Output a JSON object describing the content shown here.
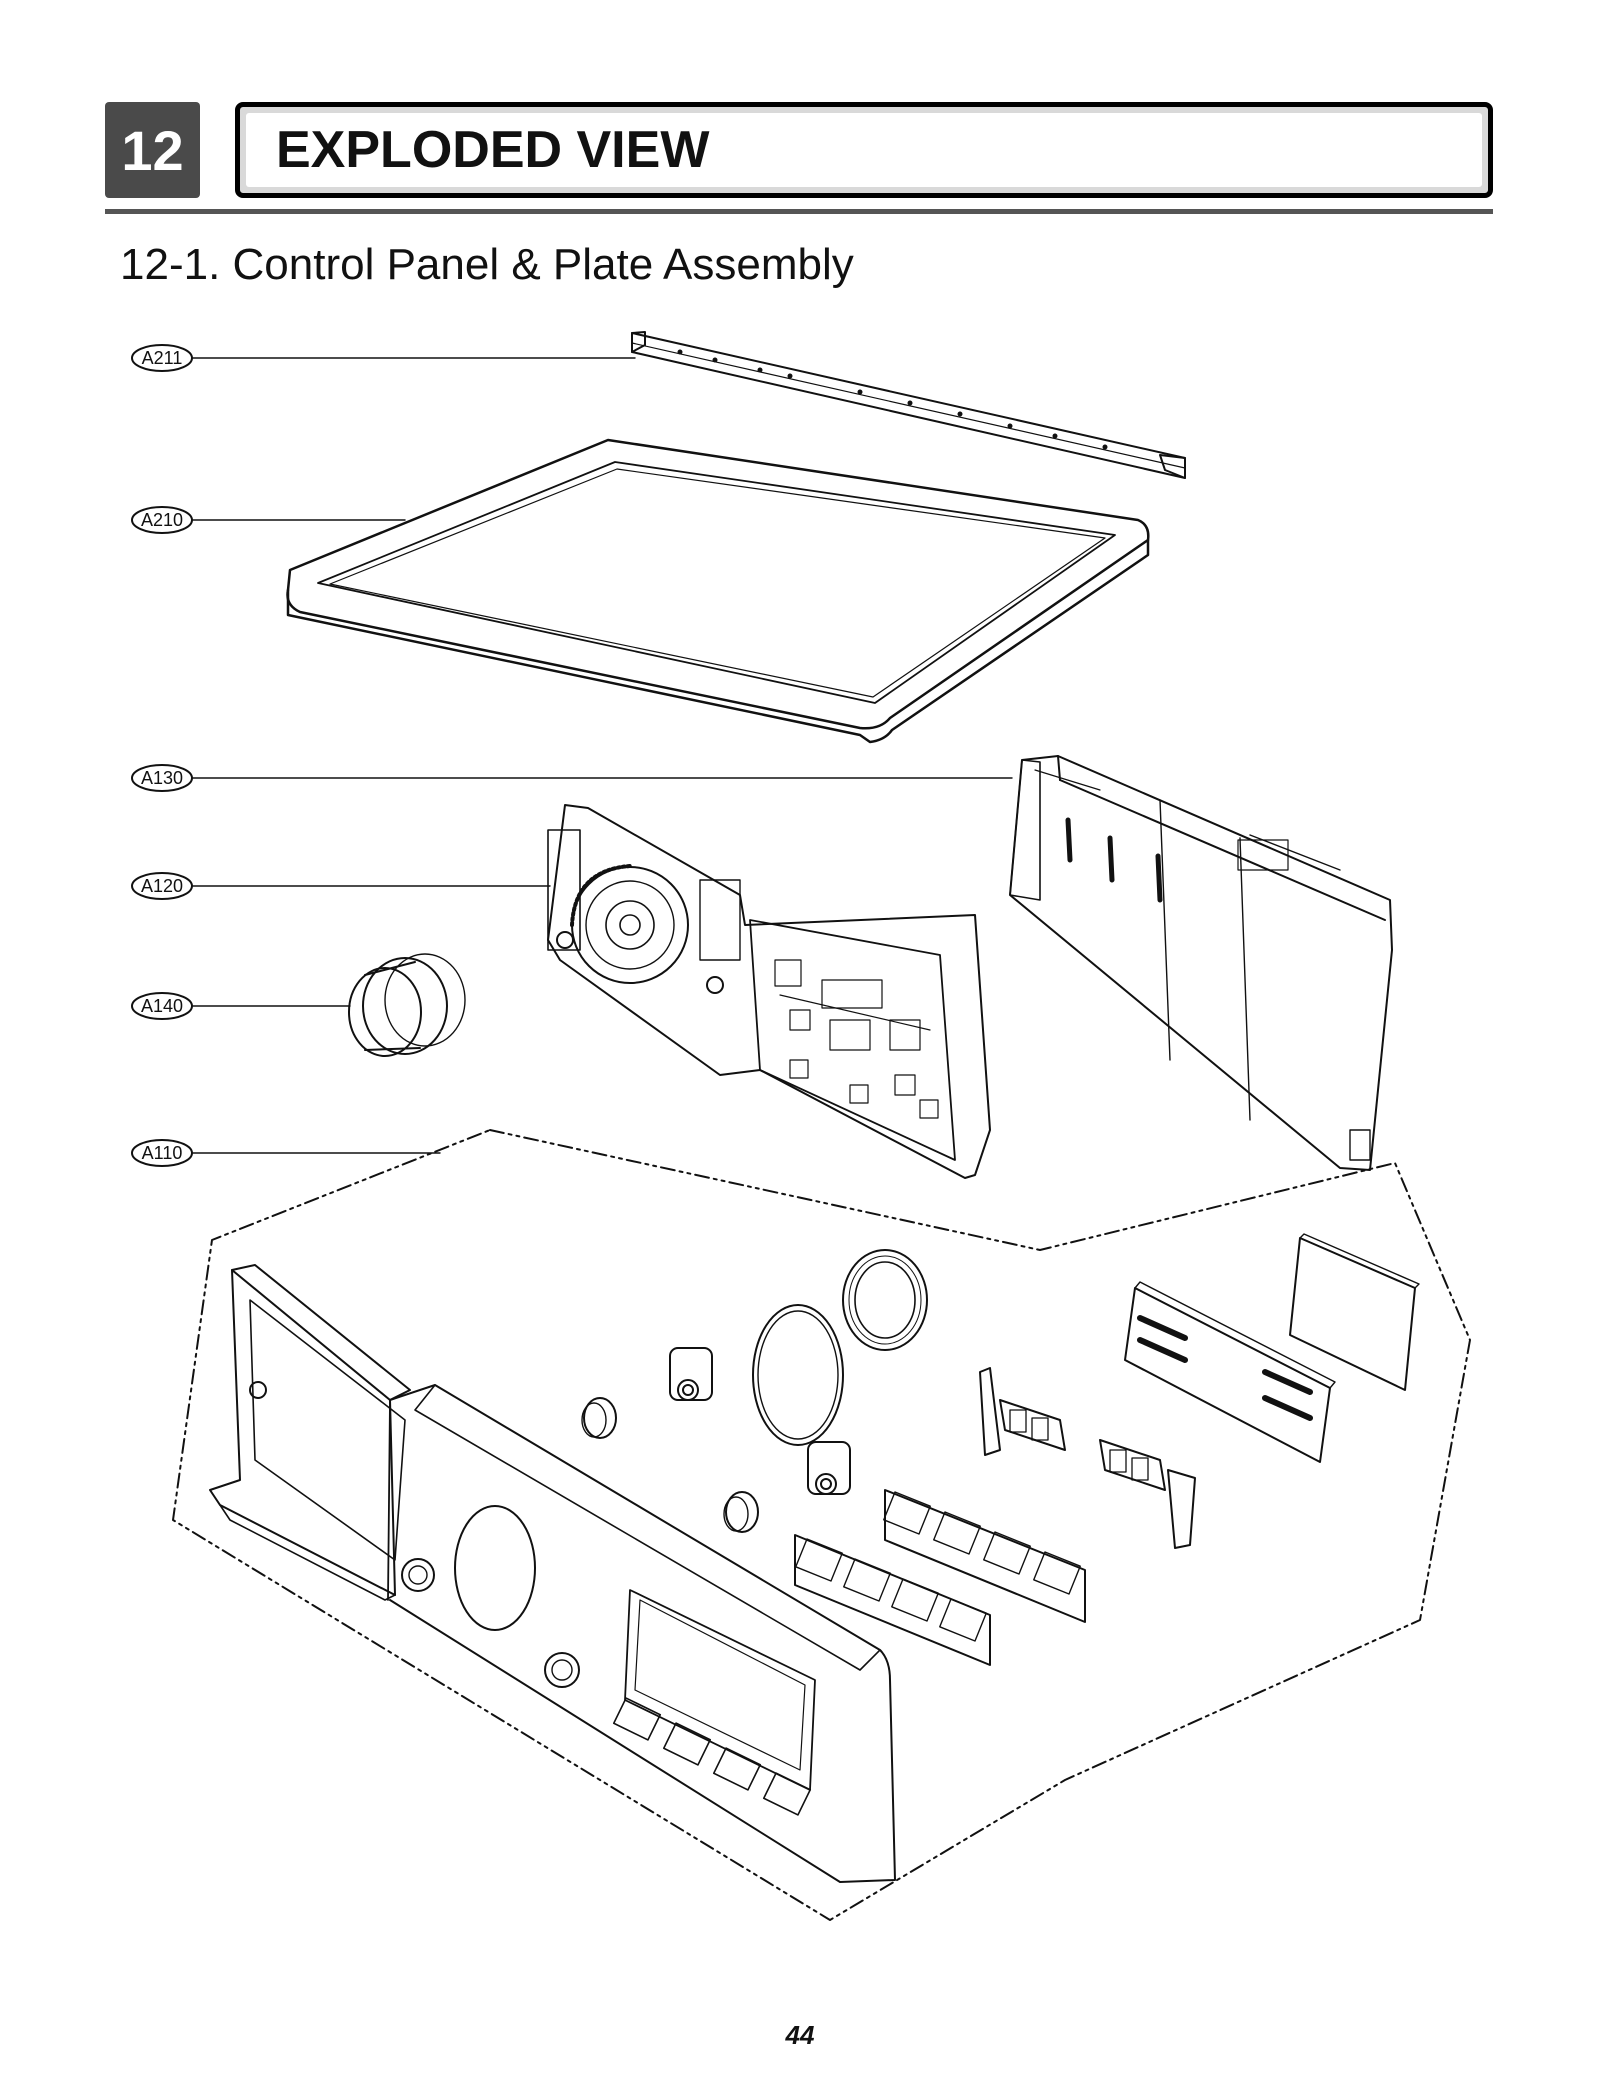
{
  "header": {
    "section_number": "12",
    "title": "EXPLODED VIEW",
    "subtitle": "12-1. Control Panel & Plate Assembly"
  },
  "callouts": [
    {
      "id": "A211"
    },
    {
      "id": "A210"
    },
    {
      "id": "A130"
    },
    {
      "id": "A120"
    },
    {
      "id": "A140"
    },
    {
      "id": "A110"
    }
  ],
  "footer": {
    "page_number": "44"
  }
}
